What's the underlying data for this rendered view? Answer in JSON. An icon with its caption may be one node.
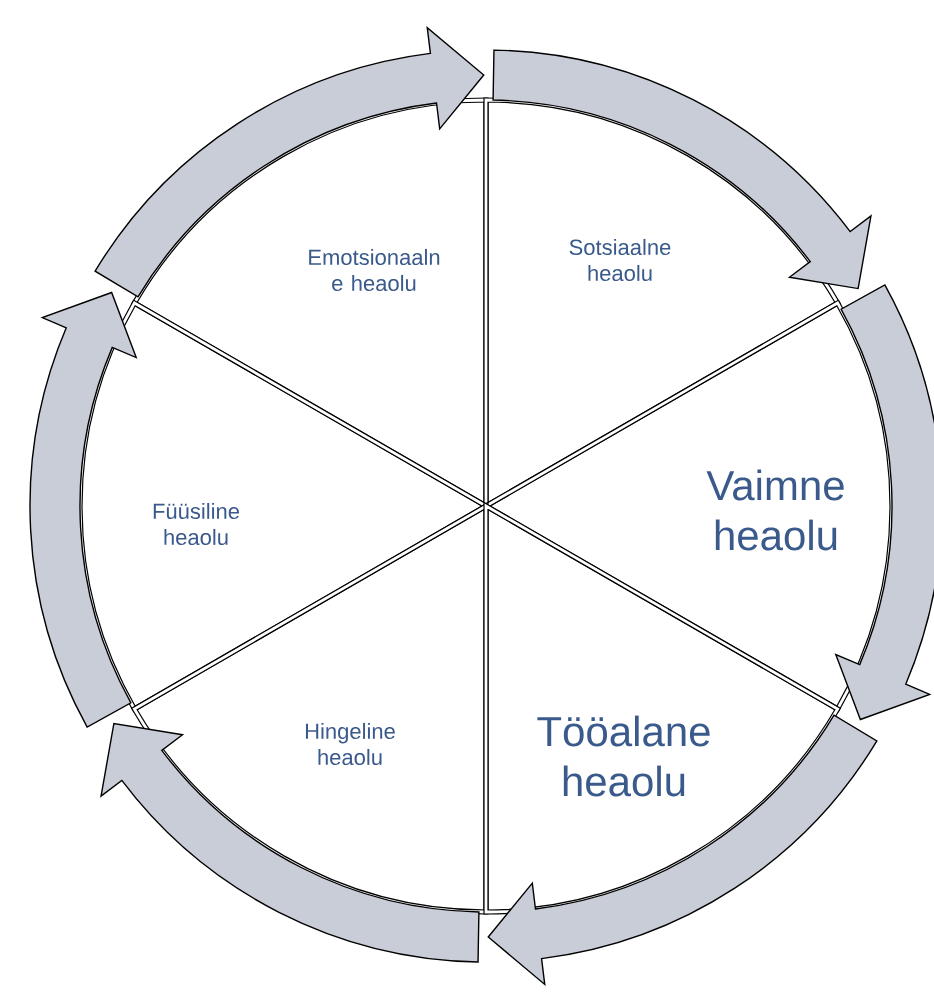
{
  "diagram": {
    "nodes": [
      {
        "text": [
          "Emotsionaaln e heaolu"
        ]
      },
      {
        "text": [
          "Sotsiaalne heaolu"
        ]
      },
      {
        "text": [
          "Füüsiline heaolu"
        ]
      },
      {
        "text": [
          "Vaimne heaolu"
        ]
      },
      {
        "text": [
          "Hingeline heaolu"
        ]
      },
      {
        "text": [
          "Tööalane heaolu"
        ]
      }
    ],
    "edges": [
      {
        "from": 0,
        "to": 1,
        "arrow": "to"
      },
      {
        "from": 1,
        "to": 3,
        "arrow": "to"
      },
      {
        "from": 3,
        "to": 5,
        "arrow": "to"
      },
      {
        "from": 5,
        "to": 4,
        "arrow": "to"
      },
      {
        "from": 4,
        "to": 2,
        "arrow": "to"
      },
      {
        "from": 2,
        "to": 0,
        "arrow": "to"
      }
    ]
  }
}
